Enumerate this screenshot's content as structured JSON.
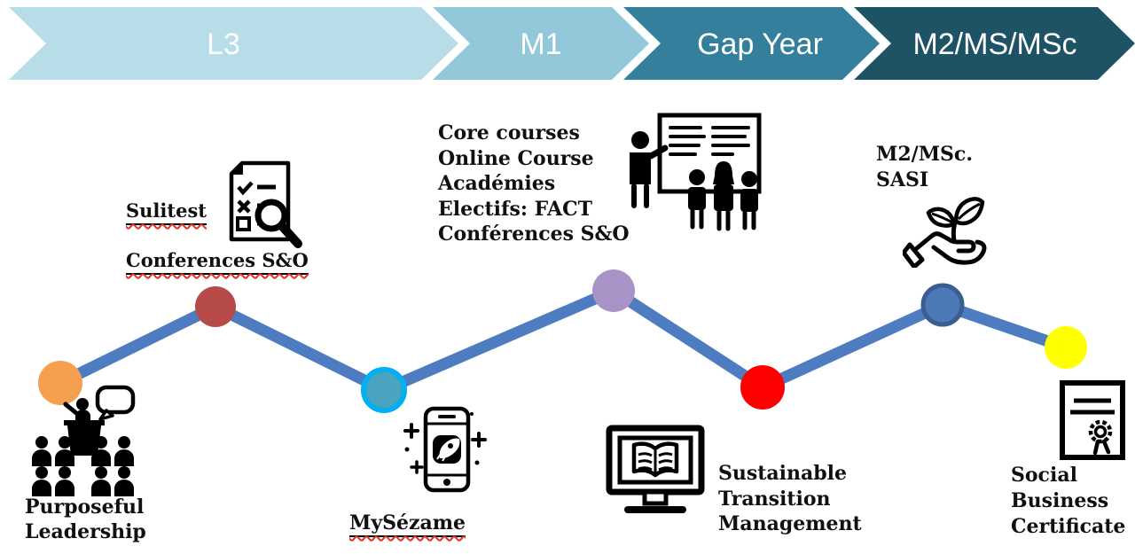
{
  "banner": {
    "stages": [
      {
        "label": "L3",
        "color": "#b7dde9"
      },
      {
        "label": "M1",
        "color": "#93c8da"
      },
      {
        "label": "Gap Year",
        "color": "#34809c"
      },
      {
        "label": "M2/MS/MSc",
        "color": "#1e5265"
      }
    ],
    "text_color": "#ffffff"
  },
  "journey": {
    "line_color": "#4e7cc1",
    "nodes": [
      {
        "name": "purposeful-leadership",
        "color": "#f5a04e"
      },
      {
        "name": "sulitest-conferences",
        "color": "#b64a48"
      },
      {
        "name": "mysezame",
        "color": "#4aa4bf",
        "ring": "#00b0f0"
      },
      {
        "name": "m1-core-courses",
        "color": "#a992c6"
      },
      {
        "name": "sustainable-transition-management",
        "color": "#fe0000"
      },
      {
        "name": "m2-msc-sasi",
        "color": "#4d79b6",
        "ring": "#3a5d92"
      },
      {
        "name": "social-business-certificate",
        "color": "#feff00"
      }
    ]
  },
  "milestones": {
    "purposeful_leadership": {
      "icon": "presenter-audience-icon",
      "lines": [
        "Purposeful",
        "Leadership"
      ]
    },
    "sulitest": {
      "icon": "checklist-magnifier-icon",
      "label1": "Sulitest",
      "label2": "Conferences S&O"
    },
    "m1_courses": {
      "icon": "classroom-icon",
      "lines": [
        "Core courses",
        "Online Course",
        "Académies",
        "Electifs: FACT",
        "Conférences S&O"
      ]
    },
    "mysezame": {
      "icon": "smartphone-rocket-icon",
      "label": "MySézame"
    },
    "sustainable_transition": {
      "icon": "monitor-book-icon",
      "lines": [
        "Sustainable",
        "Transition",
        "Management"
      ]
    },
    "m2_sasi": {
      "icon": "hand-plant-icon",
      "lines": [
        "M2/MSc.",
        "SASI"
      ]
    },
    "certificate": {
      "icon": "certificate-icon",
      "lines": [
        "Social",
        "Business",
        "Certificate"
      ]
    }
  }
}
